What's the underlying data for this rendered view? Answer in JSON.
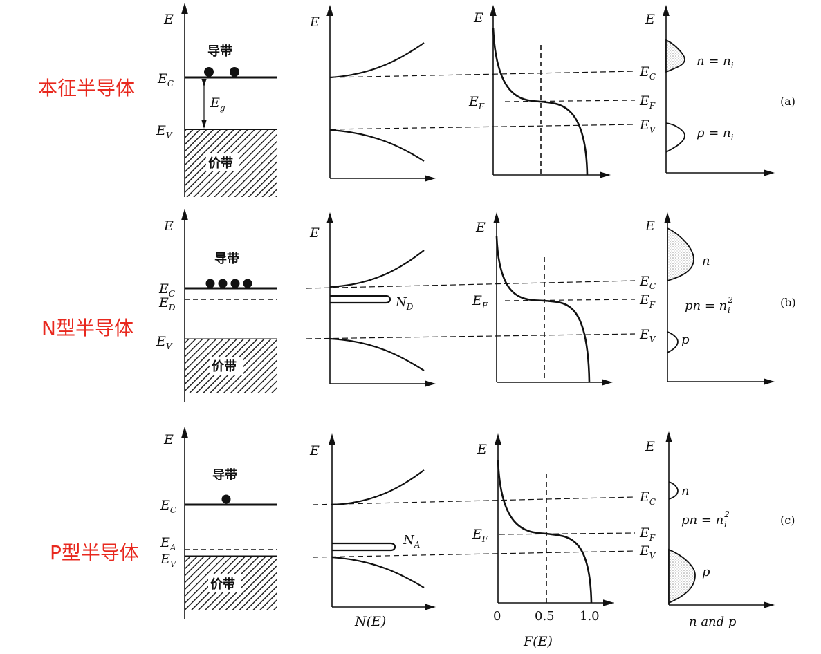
{
  "colors": {
    "ink": "#111111",
    "label_red": "#e8281e",
    "band_hatch": "#222222",
    "dots": "#aaaaaa"
  },
  "rows": [
    {
      "id": "a",
      "title": "本征半导体",
      "tag": "(a)",
      "conduction_band_label": "导带",
      "valence_band_label": "价带",
      "axis_E": "E",
      "level_labels": {
        "ec": "E",
        "ec_sub": "C",
        "ev": "E",
        "ev_sub": "V",
        "ef": "E",
        "ef_sub": "F"
      },
      "gap_label": "E",
      "gap_sub": "g",
      "carrier_n": "n = n",
      "carrier_n_sub": "i",
      "carrier_p": "p = n",
      "carrier_p_sub": "i"
    },
    {
      "id": "b",
      "title": "N型半导体",
      "tag": "(b)",
      "conduction_band_label": "导带",
      "valence_band_label": "价带",
      "axis_E": "E",
      "level_labels": {
        "ec": "E",
        "ec_sub": "C",
        "ed": "E",
        "ed_sub": "D",
        "ev": "E",
        "ev_sub": "V",
        "ef": "E",
        "ef_sub": "F"
      },
      "impurity_label": "N",
      "impurity_sub": "D",
      "carrier_n": "n",
      "carrier_p": "p",
      "law": "pn = n",
      "law_sup": "2",
      "law_sub": "i"
    },
    {
      "id": "c",
      "title": "P型半导体",
      "tag": "(c)",
      "conduction_band_label": "导带",
      "valence_band_label": "价带",
      "axis_E": "E",
      "level_labels": {
        "ec": "E",
        "ec_sub": "C",
        "ea": "E",
        "ea_sub": "A",
        "ev": "E",
        "ev_sub": "V",
        "ef": "E",
        "ef_sub": "F"
      },
      "impurity_label": "N",
      "impurity_sub": "A",
      "carrier_n": "n",
      "carrier_p": "p",
      "law": "pn = n",
      "law_sup": "2",
      "law_sub": "i"
    }
  ],
  "bottom_labels": {
    "dos_axis": "N(E)",
    "fermi_axis": "F(E)",
    "fermi_ticks": [
      "0",
      "0.5",
      "1.0"
    ],
    "carrier_axis": "n and p"
  }
}
